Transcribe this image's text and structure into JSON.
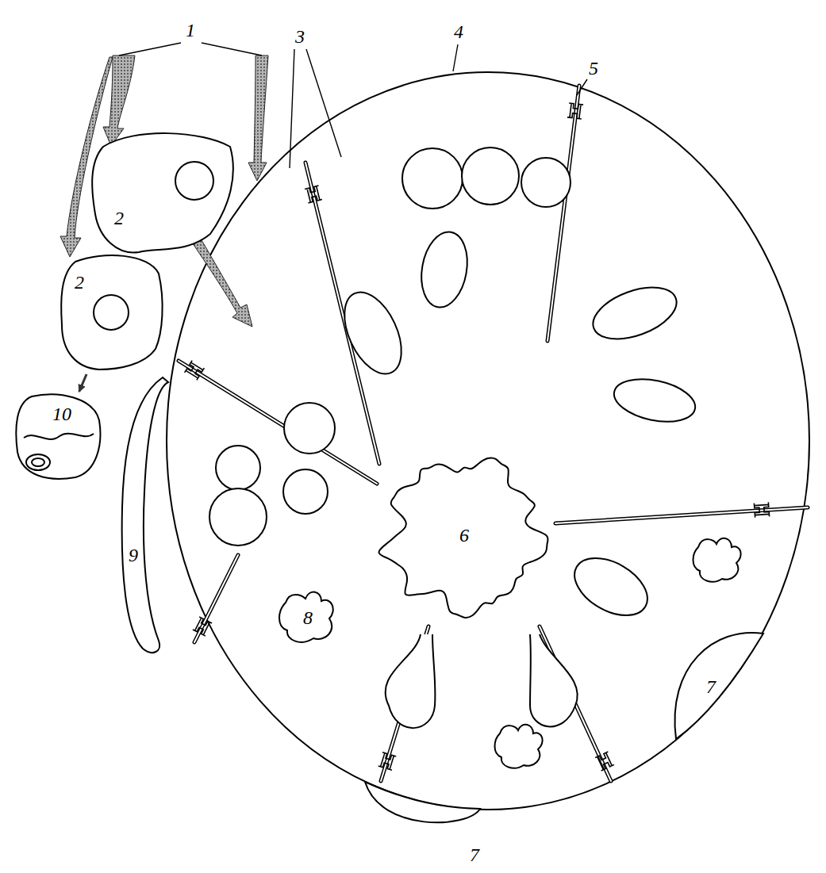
{
  "diagram": {
    "nodes": [
      {
        "text": [
          "2"
        ]
      },
      {
        "text": [
          "2"
        ]
      },
      {
        "text": [
          "10"
        ]
      },
      {
        "text": [
          "6"
        ]
      },
      {
        "text": [
          "9"
        ]
      },
      {
        "text": [
          "8"
        ]
      },
      {
        "text": [
          "7"
        ]
      },
      {
        "text": [
          "7"
        ]
      }
    ],
    "edges": [
      {
        "from": 1,
        "to": 2,
        "arrow": "to"
      }
    ],
    "labels": [
      "1",
      "3",
      "4",
      "5"
    ]
  }
}
